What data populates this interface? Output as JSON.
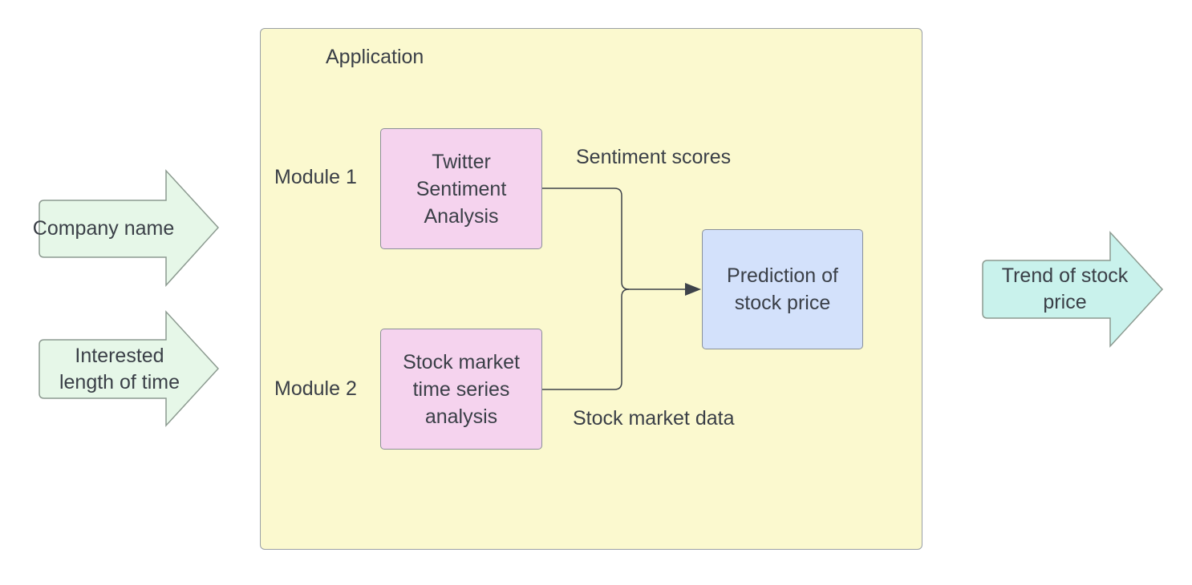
{
  "inputs": {
    "company_name": "Company name",
    "time_line1": "Interested",
    "time_line2": "length of time"
  },
  "application": {
    "title": "Application",
    "module1": {
      "label": "Module 1",
      "line1": "Twitter",
      "line2": "Sentiment",
      "line3": "Analysis"
    },
    "module2": {
      "label": "Module 2",
      "line1": "Stock market",
      "line2": "time series",
      "line3": "analysis"
    },
    "sentiment_label": "Sentiment scores",
    "stock_data_label": "Stock market data",
    "prediction": {
      "line1": "Prediction of",
      "line2": "stock price"
    }
  },
  "output": {
    "line1": "Trend of stock",
    "line2": "price"
  },
  "colors": {
    "input_arrow": "#e6f7e8",
    "output_arrow": "#c9f2ec",
    "module_box": "#f5d3ee",
    "prediction_box": "#d3e1fb",
    "application_bg": "#fbf9cf"
  }
}
